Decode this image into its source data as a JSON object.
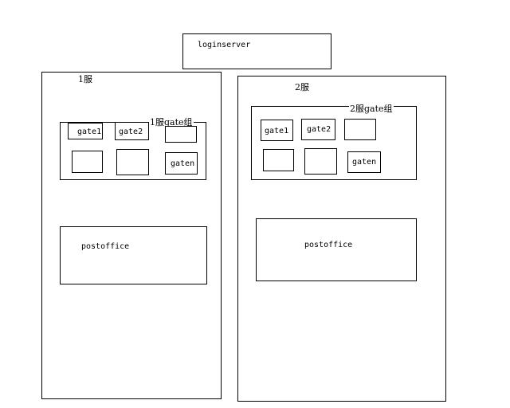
{
  "login_server": {
    "label": "loginserver"
  },
  "servers": [
    {
      "label": "1服",
      "gate_group": {
        "title": "1服gate组",
        "gates": [
          "gate1",
          "gate2",
          "",
          "",
          "",
          "gaten"
        ]
      },
      "postoffice": "postoffice"
    },
    {
      "label": "2服",
      "gate_group": {
        "title": "2服gate组",
        "gates": [
          "gate1",
          "gate2",
          "",
          "",
          "",
          "gaten"
        ]
      },
      "postoffice": "postoffice"
    }
  ]
}
